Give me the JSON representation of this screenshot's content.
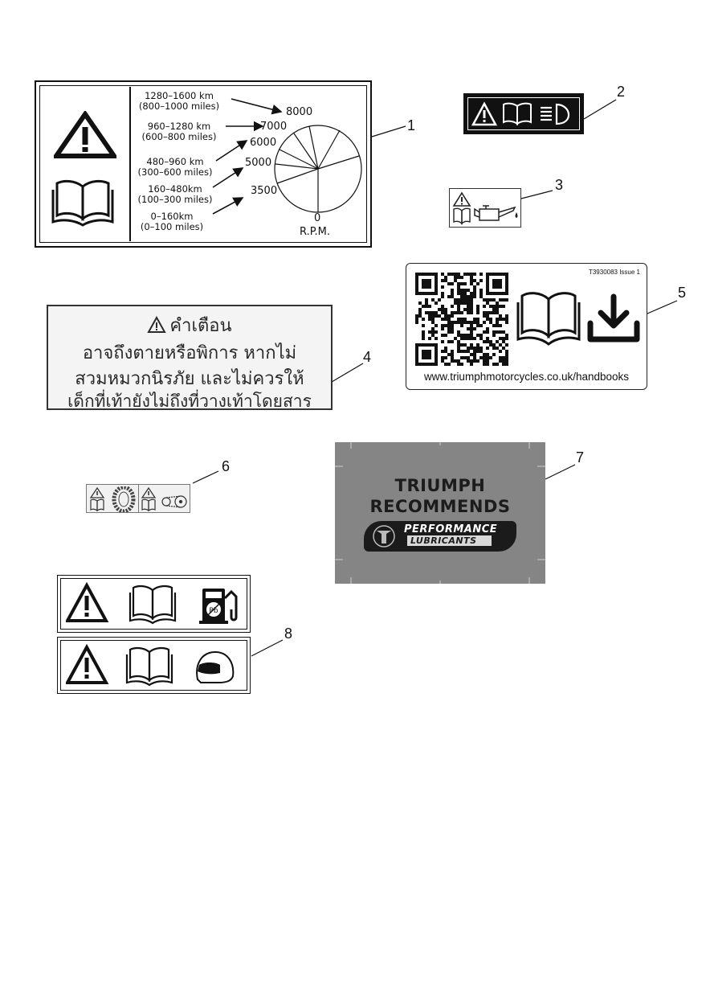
{
  "callouts": [
    "1",
    "2",
    "3",
    "4",
    "5",
    "6",
    "7",
    "8"
  ],
  "label1": {
    "ranges": [
      {
        "km": "1280–1600 km",
        "miles": "(800–1000 miles)"
      },
      {
        "km": "960–1280 km",
        "miles": "(600–800 miles)"
      },
      {
        "km": "480–960 km",
        "miles": "(300–600 miles)"
      },
      {
        "km": "160–480km",
        "miles": "(100–300 miles)"
      },
      {
        "km": "0–160km",
        "miles": "(0–100 miles)"
      }
    ],
    "rpm_values": [
      "8000",
      "7000",
      "6000",
      "5000",
      "3500",
      "0"
    ],
    "rpm_label": "R.P.M."
  },
  "label4": {
    "lines": [
      "คำเตือน",
      "อาจถึงตายหรือพิการ หากไม่",
      "สวมหมวกนิรภัย และไม่ควรให้",
      "เด็กที่เท้ายังไม่ถึงที่วางเท้าโดยสาร"
    ]
  },
  "label5": {
    "code": "T3930083 Issue 1",
    "url": "www.triumphmotorcycles.co.uk/handbooks"
  },
  "label7": {
    "line1": "TRIUMPH",
    "line2": "RECOMMENDS",
    "badge_line1": "PERFORMANCE",
    "badge_line2": "LUBRICANTS",
    "bg_color": "#858585"
  },
  "icons": [
    "warning-triangle-icon",
    "open-book-icon",
    "headlight-icon",
    "oil-can-icon",
    "download-icon",
    "qr-code-icon",
    "tyre-icon",
    "chain-sprocket-icon",
    "fuel-pump-no-lead-icon",
    "helmet-icon",
    "triumph-logo-icon"
  ]
}
